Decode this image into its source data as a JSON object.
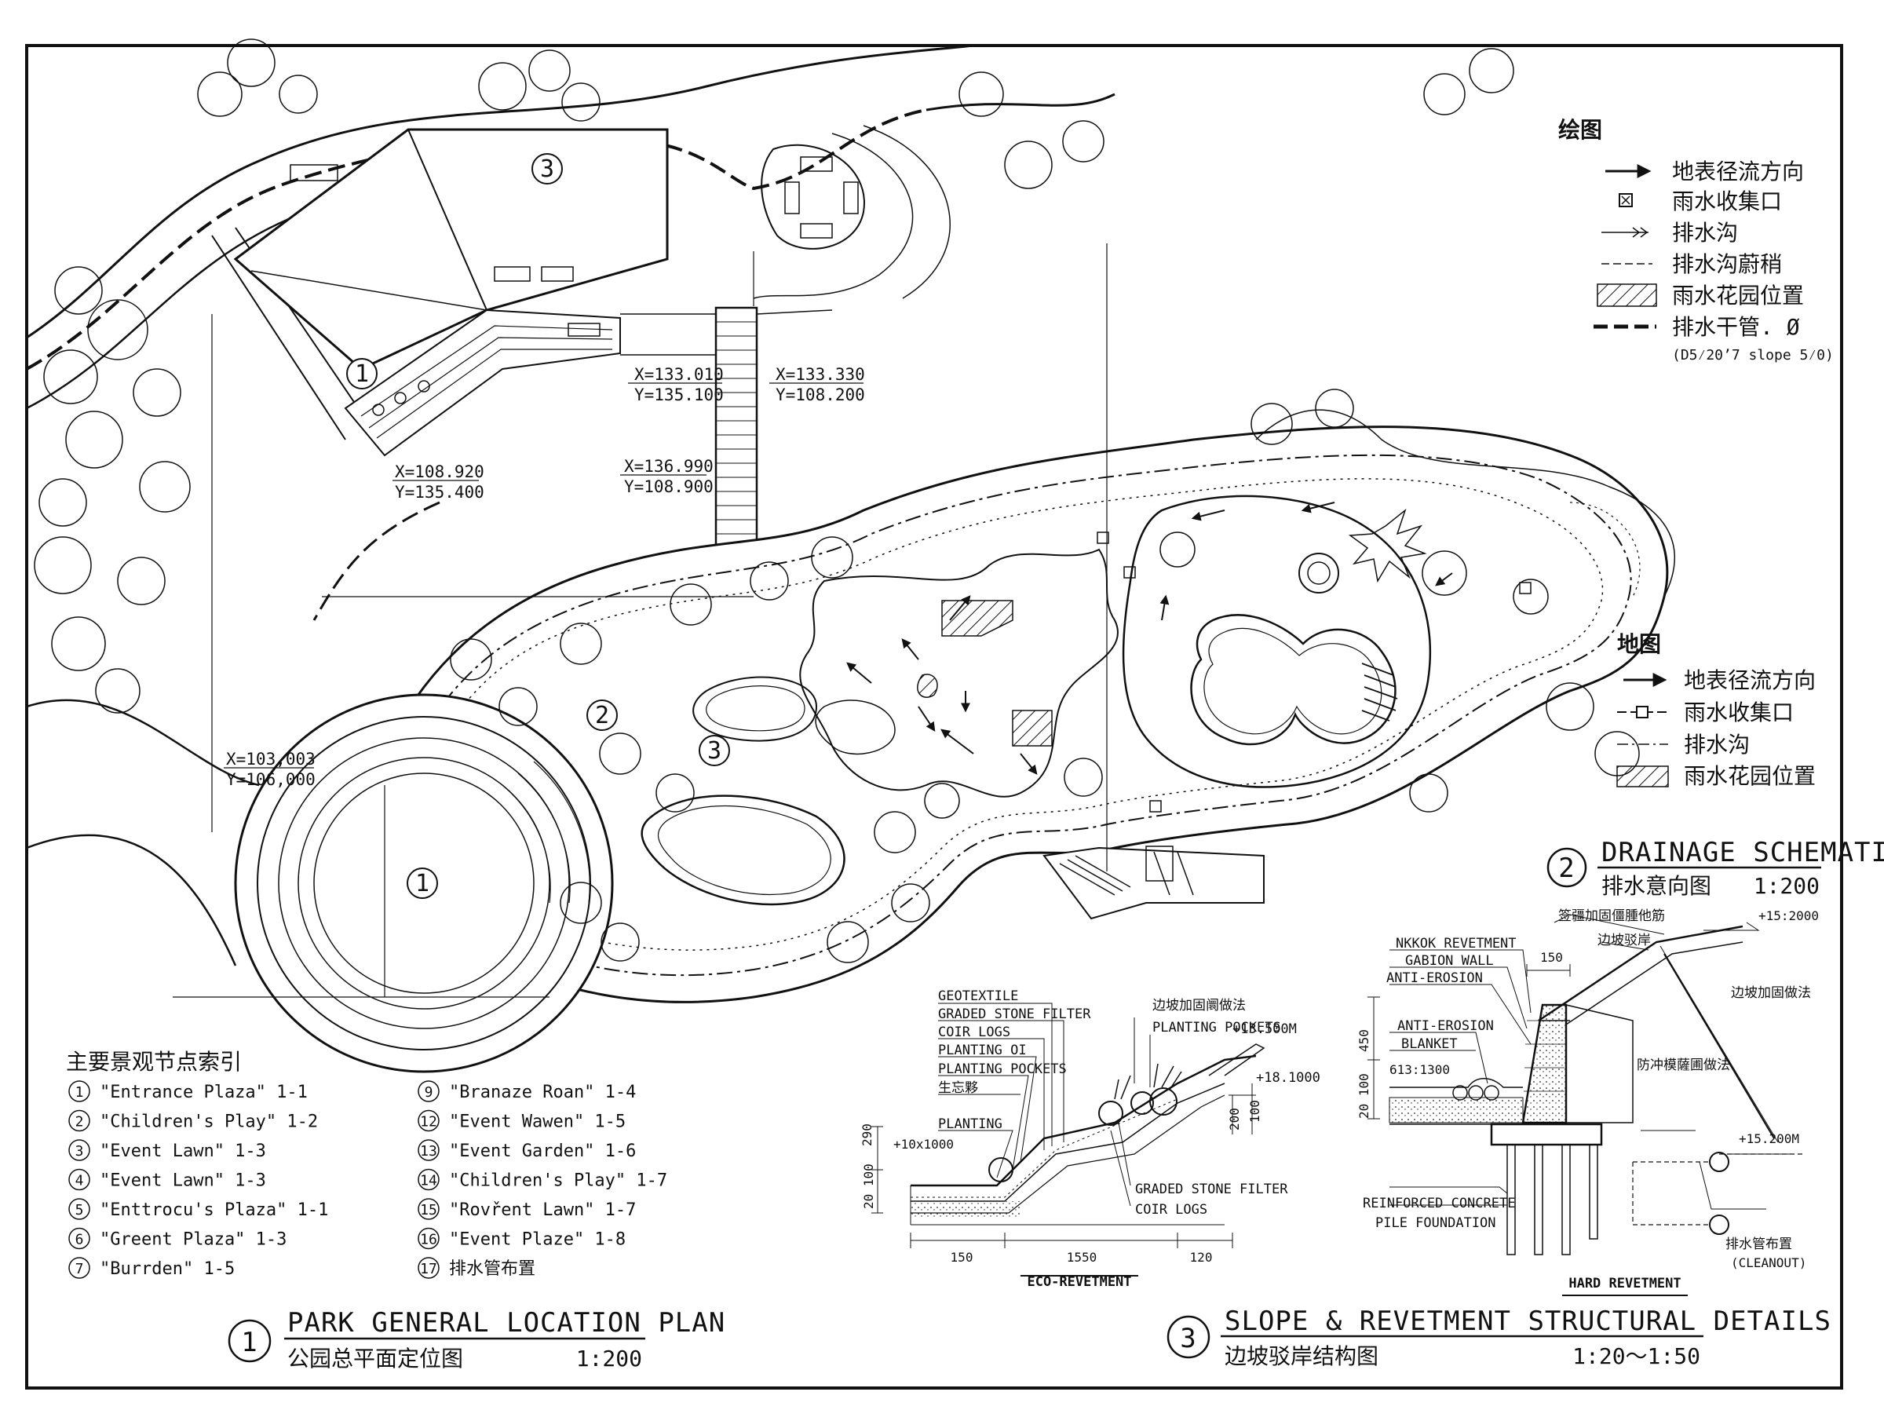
{
  "legend_top": {
    "title": "绘图",
    "items": [
      {
        "symbol": "arrow",
        "label": "地表径流方向"
      },
      {
        "symbol": "inlet",
        "label": "雨水收集口"
      },
      {
        "symbol": "swale",
        "label": "排水沟"
      },
      {
        "symbol": "dashed",
        "label": "排水沟蔚稍"
      },
      {
        "symbol": "hatch",
        "label": "雨水花园位置"
      },
      {
        "symbol": "thick-dash",
        "label": "排水干管. Ø"
      }
    ],
    "note": "(D5⁄20ʼ7 slope 5⁄0)"
  },
  "legend_mid": {
    "title": "地图",
    "items": [
      {
        "symbol": "arrow",
        "label": "地表径流方向"
      },
      {
        "symbol": "inlet-line",
        "label": "雨水收集口"
      },
      {
        "symbol": "dash-dot",
        "label": "排水沟"
      },
      {
        "symbol": "hatch",
        "label": "雨水花园位置"
      }
    ]
  },
  "coordinates": [
    {
      "x": "X=133.010",
      "y": "Y=135.100"
    },
    {
      "x": "X=133.330",
      "y": "Y=108.200"
    },
    {
      "x": "X=136.990",
      "y": "Y=108.900"
    },
    {
      "x": "X=108.920",
      "y": "Y=135.400"
    },
    {
      "x": "X=103,003",
      "y": "Y=106,000"
    }
  ],
  "plan_markers": [
    "3",
    "1",
    "2",
    "3",
    "1"
  ],
  "index": {
    "title": "主要景观节点索引",
    "left": [
      {
        "n": "1",
        "label": "\"Entrance Plaza\" 1-1"
      },
      {
        "n": "2",
        "label": "\"Children's Play\" 1-2"
      },
      {
        "n": "3",
        "label": "\"Event Lawn\" 1-3"
      },
      {
        "n": "4",
        "label": "\"Event Lawn\" 1-3"
      },
      {
        "n": "5",
        "label": "\"Enttrocu's Plaza\" 1-1"
      },
      {
        "n": "6",
        "label": "\"Greent Plaza\" 1-3"
      },
      {
        "n": "7",
        "label": "\"Burrden\" 1-5"
      }
    ],
    "right": [
      {
        "n": "9",
        "label": "\"Branaze Roan\" 1-4"
      },
      {
        "n": "12",
        "label": "\"Event Wawen\" 1-5"
      },
      {
        "n": "13",
        "label": "\"Event Garden\" 1-6"
      },
      {
        "n": "14",
        "label": "\"Children's Play\" 1-7"
      },
      {
        "n": "15",
        "label": "\"Rovřent Lawn\" 1-7"
      },
      {
        "n": "16",
        "label": "\"Event Plaze\" 1-8"
      },
      {
        "n": "17",
        "label": "排水管布置"
      }
    ]
  },
  "titles": {
    "plan": {
      "num": "1",
      "en": "PARK GENERAL LOCATION PLAN",
      "zh": "公园总平面定位图",
      "scale": "1:200"
    },
    "drainage": {
      "num": "2",
      "en": "DRAINAGE SCHEMATIC",
      "zh": "排水意向图",
      "scale": "1:200"
    },
    "details": {
      "num": "3",
      "en": "SLOPE & REVETMENT STRUCTURAL DETAILS",
      "zh": "边坡驳岸结构图",
      "scale": "1:20～1:50"
    }
  },
  "eco": {
    "caption": "ECO-REVETMENT",
    "left_labels": [
      "GEOTEXTILE",
      "GRADED STONE FILTER",
      "COIR LOGS",
      "PLANTING OI",
      "PLANTING POCKETS",
      "生忘夥",
      "PLANTING"
    ],
    "top_labels": [
      "边坡加固阛做法",
      "PLANTING POCKETS"
    ],
    "bottom_labels": [
      "GRADED STONE FILTER",
      "COIR LOGS"
    ],
    "elev": [
      "+13.500M",
      "+18.1000",
      "+10x1000"
    ],
    "dims": [
      "290",
      "20 100",
      "150",
      "1550",
      "120",
      "200",
      "100"
    ]
  },
  "hard": {
    "caption": "HARD REVETMENT",
    "left_labels": [
      "NKKOK REVETMENT",
      "GABION WALL",
      "ANTI-EROSION",
      "ANTI-EROSION",
      "BLANKET"
    ],
    "top_labels": [
      "签疆加固僵腫他筋",
      "边坡驳岸"
    ],
    "right_labels": [
      "边坡加固做法",
      "防冲模薩圃做法"
    ],
    "bottom_labels": [
      "REINFORCED CONCRETE",
      "PILE FOUNDATION"
    ],
    "pipe_labels": [
      "排水管布置",
      "(CLEANOUT)"
    ],
    "elev": [
      "+15:2000",
      "+15.200M",
      "613:1300"
    ],
    "dims": [
      "150",
      "450",
      "20 100"
    ]
  }
}
